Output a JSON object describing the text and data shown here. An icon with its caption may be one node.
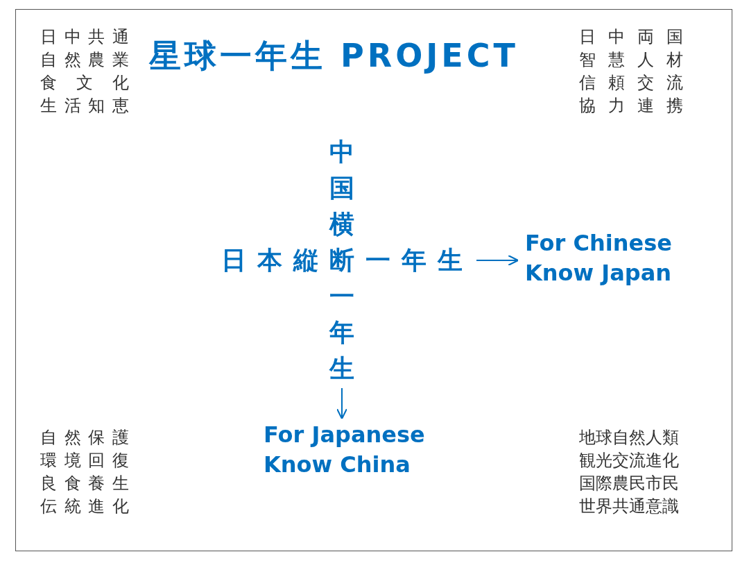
{
  "diagram": {
    "title": "星球一年生 PROJECT",
    "nodes": [
      {
        "text": [
          "日本縦断一年生"
        ]
      },
      {
        "text": [
          "中国横",
          "一年生"
        ]
      },
      {
        "text": [
          "For Chinese Know Japan"
        ]
      },
      {
        "text": [
          "For Japanese Know China"
        ]
      }
    ],
    "edges": [
      {
        "from": 0,
        "to": 2,
        "arrow": "to"
      },
      {
        "from": 1,
        "to": 3,
        "arrow": "to"
      }
    ],
    "labels": [
      "日中共通",
      "自然農業",
      "食文化",
      "生活知恵",
      "日中両国",
      "智慧人材",
      "信頼交流",
      "協力連携",
      "自然保護",
      "環境回復",
      "良食養生",
      "伝統進化",
      "地球自然人類",
      "観光交流進化",
      "国際農民市民",
      "世界共通意識"
    ]
  }
}
